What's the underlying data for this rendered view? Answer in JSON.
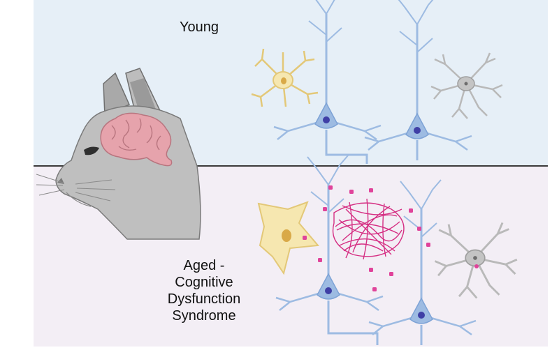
{
  "panels": {
    "young": {
      "label": "Young",
      "background": "#e6eff7"
    },
    "aged": {
      "label_lines": [
        "Aged -",
        "Cognitive",
        "Dysfunction",
        "Syndrome"
      ],
      "background": "#f3eef5"
    }
  },
  "colors": {
    "neuron": "#9dbbe2",
    "neuron_dark": "#5f86c4",
    "nucleus": "#3f3fa6",
    "astrocyte": "#f6e7b0",
    "astrocyte_outline": "#e3c878",
    "microglia": "#b9b9b9",
    "amyloid": "#d52f83",
    "debris": "#e0439a",
    "brain": "#e6a3ac",
    "cat_fur": "#bfbfbf"
  },
  "icons": {
    "cat": "cat-head-icon",
    "brain": "brain-icon",
    "neuron": "pyramidal-neuron-icon",
    "astrocyte": "astrocyte-icon",
    "microglia": "microglia-icon",
    "plaque": "amyloid-plaque-icon"
  }
}
